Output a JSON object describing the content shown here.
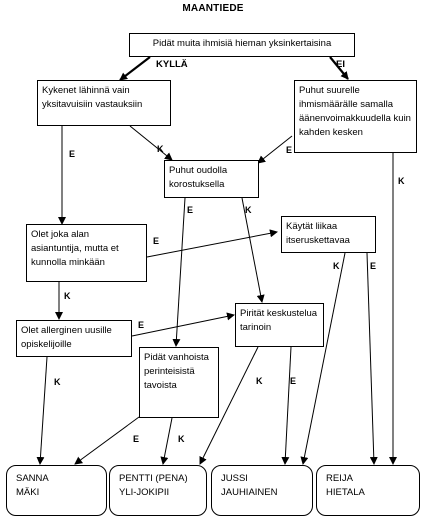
{
  "title": "MAANTIEDE",
  "nodes": {
    "q1": "Pidät muita ihmisiä hieman yksinkertaisina",
    "q2": "Kykenet lähinnä vain yksitavuisiin vastauksiin",
    "q3": "Puhut suurelle ihmismäärälle samalla äänenvoimakkuudella kuin kahden kesken",
    "q4": "Puhut oudolla korostuksella",
    "q5": "Olet joka alan asiantuntija, mutta et kunnolla minkään",
    "q6": "Käytät liikaa itseruskettavaa",
    "q7": "Olet allerginen uusille opiskelijoille",
    "q8": "Pirität keskustelua tarinoin",
    "q9": "Pidät vanhoista perinteisistä tavoista"
  },
  "results": {
    "r1_line1": "SANNA",
    "r1_line2": "MÄKI",
    "r2_line1": "PENTTI (PENA)",
    "r2_line2": "YLI-JOKIPII",
    "r3_line1": "JUSSI",
    "r3_line2": "JAUHIAINEN",
    "r4_line1": "REIJA",
    "r4_line2": "HIETALA"
  },
  "labels": {
    "kylla": "KYLLÄ",
    "ei": "EI",
    "e": "E",
    "k": "K"
  }
}
